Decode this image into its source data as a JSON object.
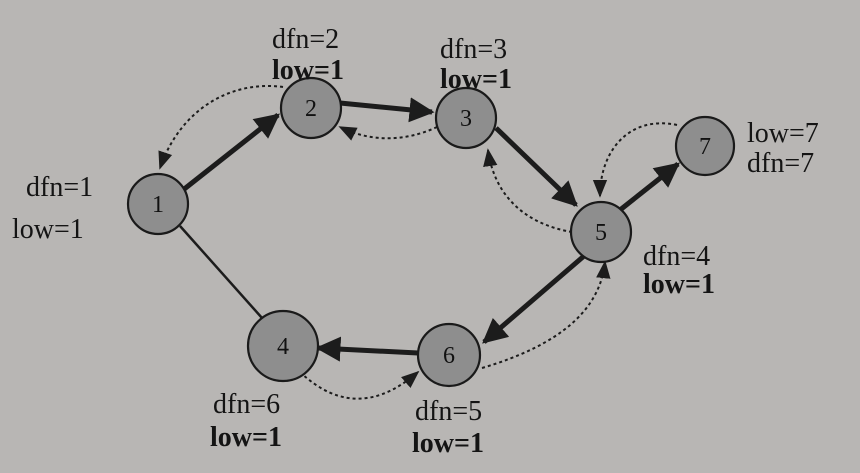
{
  "nodes": [
    {
      "id": "1",
      "label": "1"
    },
    {
      "id": "2",
      "label": "2"
    },
    {
      "id": "3",
      "label": "3"
    },
    {
      "id": "4",
      "label": "4"
    },
    {
      "id": "5",
      "label": "5"
    },
    {
      "id": "6",
      "label": "6"
    },
    {
      "id": "7",
      "label": "7"
    }
  ],
  "labels": {
    "n1": {
      "dfn": "dfn=1",
      "low": "low=1"
    },
    "n2": {
      "dfn": "dfn=2",
      "low": "low=1"
    },
    "n3": {
      "dfn": "dfn=3",
      "low": "low=1"
    },
    "n4": {
      "dfn": "dfn=6",
      "low": "low=1"
    },
    "n5": {
      "dfn": "dfn=4",
      "low": "low=1"
    },
    "n6": {
      "dfn": "dfn=5",
      "low": "low=1"
    },
    "n7": {
      "dfn": "dfn=7",
      "low": "low=7"
    }
  },
  "edges": [
    {
      "from": "1",
      "to": "2",
      "kind": "tree"
    },
    {
      "from": "2",
      "to": "3",
      "kind": "tree"
    },
    {
      "from": "3",
      "to": "5",
      "kind": "tree"
    },
    {
      "from": "5",
      "to": "7",
      "kind": "tree"
    },
    {
      "from": "5",
      "to": "6",
      "kind": "tree"
    },
    {
      "from": "6",
      "to": "4",
      "kind": "tree"
    },
    {
      "from": "1",
      "to": "4",
      "kind": "plain"
    },
    {
      "from": "2",
      "to": "1",
      "kind": "back"
    },
    {
      "from": "3",
      "to": "2",
      "kind": "back"
    },
    {
      "from": "5",
      "to": "3",
      "kind": "back"
    },
    {
      "from": "7",
      "to": "5",
      "kind": "back"
    },
    {
      "from": "6",
      "to": "5",
      "kind": "back"
    },
    {
      "from": "4",
      "to": "6",
      "kind": "back"
    }
  ]
}
